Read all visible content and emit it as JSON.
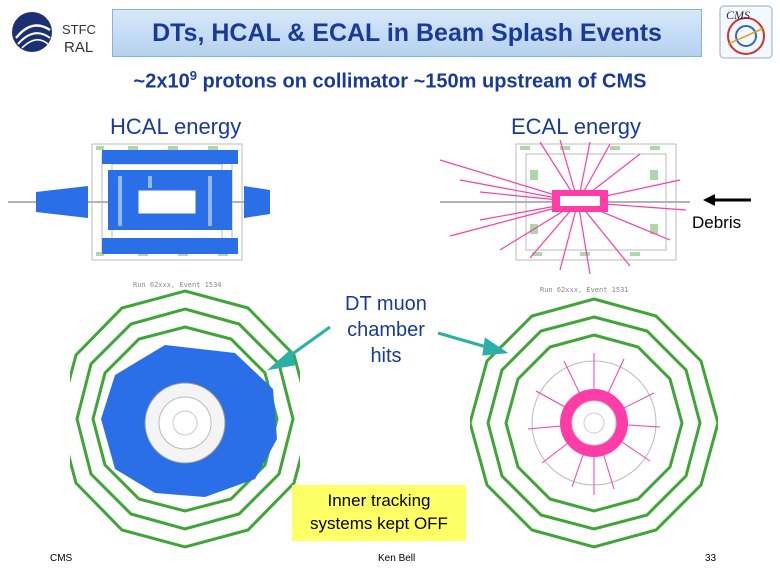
{
  "header": {
    "logo_stfc": "STFC",
    "logo_ral": "RAL",
    "title": "DTs, HCAL & ECAL in Beam Splash Events",
    "cms_logo_text": "CMS"
  },
  "subtitle": {
    "prefix": "~2x10",
    "exponent": "9",
    "suffix": " protons on collimator ~150m upstream of CMS"
  },
  "labels": {
    "hcal": "HCAL energy",
    "ecal": "ECAL energy",
    "debris": "Debris",
    "dt_line1": "DT muon",
    "dt_line2": "chamber",
    "dt_line3": "hits",
    "inner_line1": "Inner tracking",
    "inner_line2": "systems kept OFF"
  },
  "event_labels": {
    "left": "Run 62xxx, Event 1534",
    "right": "Run 62xxx, Event 1531"
  },
  "footer": {
    "left": "CMS",
    "center": "Ken Bell",
    "right": "33"
  },
  "colors": {
    "title_text": "#1a3a9a",
    "hcal_blue": "#2a6fe8",
    "ecal_magenta": "#ff3ca8",
    "dt_green": "#3fa535",
    "arrow_teal": "#2bb0a8",
    "highlight_yellow": "#ffff66"
  }
}
